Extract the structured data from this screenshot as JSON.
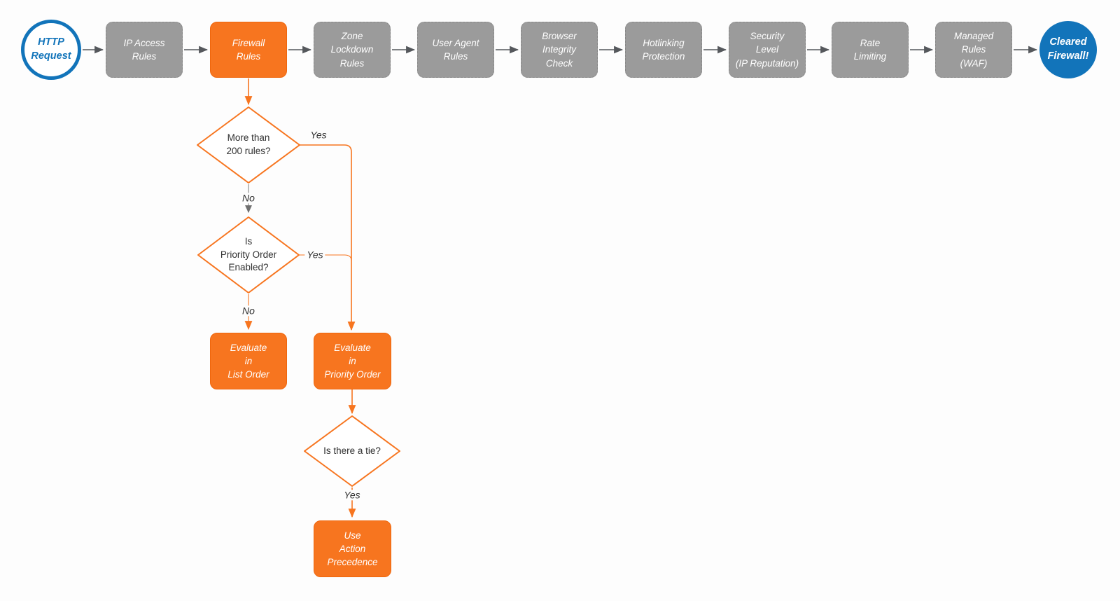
{
  "colors": {
    "bg": "#fdfdfd",
    "orange": "#f7751f",
    "orange-border": "#ef660c",
    "gray-node": "#9b9b9b",
    "gray-border": "#878787",
    "blue": "#1274ba",
    "arrow-gray": "#55585c",
    "edge-gray": "#9a9a9a",
    "edge-arrow-gray": "#6e6e6e",
    "text-dark": "#2f2f2f",
    "label-text": "#333333"
  },
  "flowchart": {
    "start": {
      "label": "HTTP\nRequest"
    },
    "stages": [
      {
        "label": "IP Access\nRules"
      },
      {
        "label": "Firewall\nRules"
      },
      {
        "label": "Zone\nLockdown\nRules"
      },
      {
        "label": "User Agent\nRules"
      },
      {
        "label": "Browser\nIntegrity\nCheck"
      },
      {
        "label": "Hotlinking\nProtection"
      },
      {
        "label": "Security\nLevel\n(IP Reputation)"
      },
      {
        "label": "Rate\nLimiting"
      },
      {
        "label": "Managed\nRules\n(WAF)"
      }
    ],
    "end": {
      "label": "Cleared\nFirewall!"
    },
    "decisions": {
      "more_rules": {
        "question": "More than\n200 rules?",
        "yes_label": "Yes",
        "no_label": "No"
      },
      "priority_enabled": {
        "question": "Is\nPriority Order\nEnabled?",
        "yes_label": "Yes",
        "no_label": "No"
      },
      "tie": {
        "question": "Is there a tie?",
        "yes_label": "Yes"
      }
    },
    "actions": {
      "evaluate_list": {
        "label": "Evaluate\nin\nList Order"
      },
      "evaluate_priority": {
        "label": "Evaluate\nin\nPriority Order"
      },
      "action_precedence": {
        "label": "Use\nAction\nPrecedence"
      }
    }
  }
}
